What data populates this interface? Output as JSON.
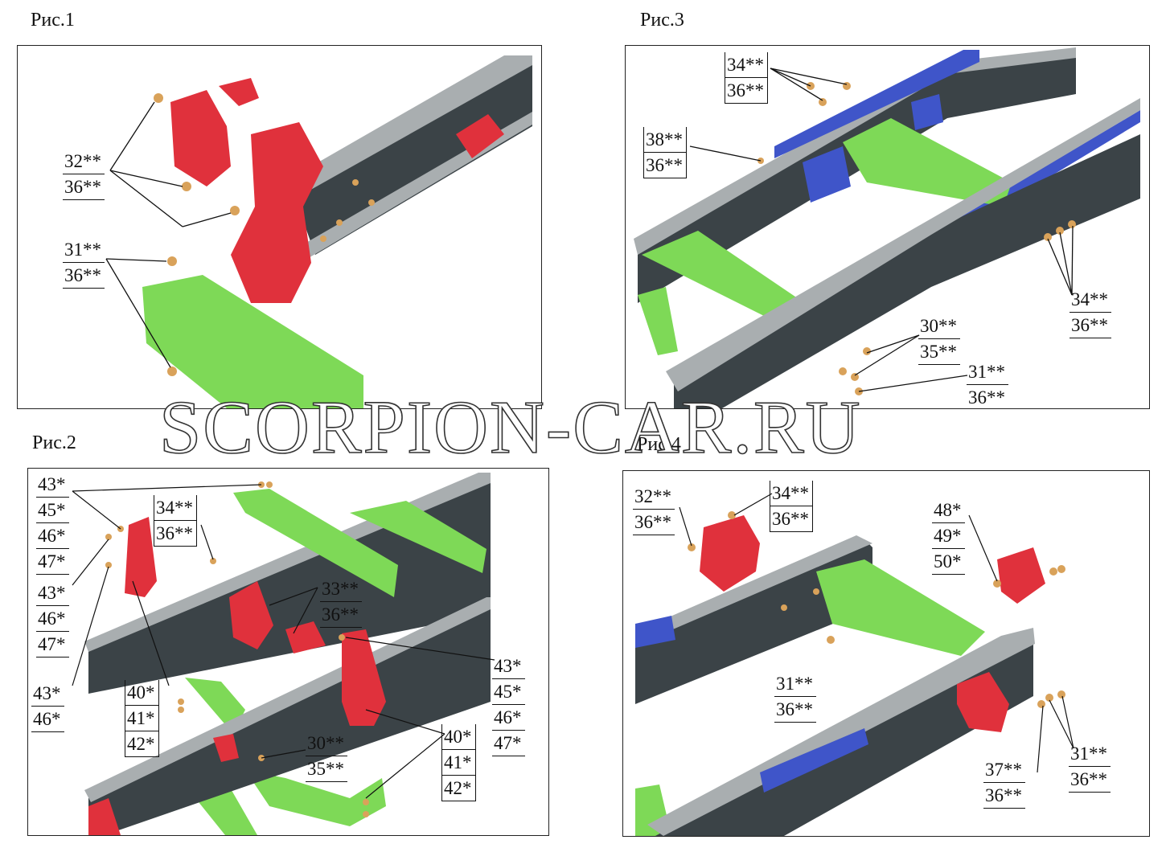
{
  "figures": [
    {
      "title": "Рис.1",
      "callouts": [
        [
          "32**",
          "36**"
        ],
        [
          "31**",
          "36**"
        ]
      ]
    },
    {
      "title": "Рис.2",
      "callouts": [
        [
          "43*",
          "45*",
          "46*",
          "47*"
        ],
        [
          "34**",
          "36**"
        ],
        [
          "43*",
          "46*",
          "47*"
        ],
        [
          "33**",
          "36**"
        ],
        [
          "43*",
          "45*",
          "46*",
          "47*"
        ],
        [
          "43*",
          "46*"
        ],
        [
          "40*",
          "41*",
          "42*"
        ],
        [
          "30**",
          "35**"
        ],
        [
          "40*",
          "41*",
          "42*"
        ]
      ]
    },
    {
      "title": "Рис.3",
      "callouts": [
        [
          "34**",
          "36**"
        ],
        [
          "38**",
          "36**"
        ],
        [
          "34**",
          "36**"
        ],
        [
          "30**",
          "35**"
        ],
        [
          "31**",
          "36**"
        ]
      ]
    },
    {
      "title": "Рис.4",
      "callouts": [
        [
          "32**",
          "36**"
        ],
        [
          "34**",
          "36**"
        ],
        [
          "48*",
          "49*",
          "50*"
        ],
        [
          "31**",
          "36**"
        ],
        [
          "37**",
          "36**"
        ],
        [
          "31**",
          "36**"
        ]
      ]
    }
  ],
  "watermark": "SCORPION-CAR.RU",
  "colors": {
    "frame_gray": "#3b4347",
    "frame_top": "#a9aeb0",
    "part_red": "#e0313c",
    "part_green": "#7ed957",
    "part_blue": "#3f55c9",
    "bolt": "#d9a25a"
  }
}
